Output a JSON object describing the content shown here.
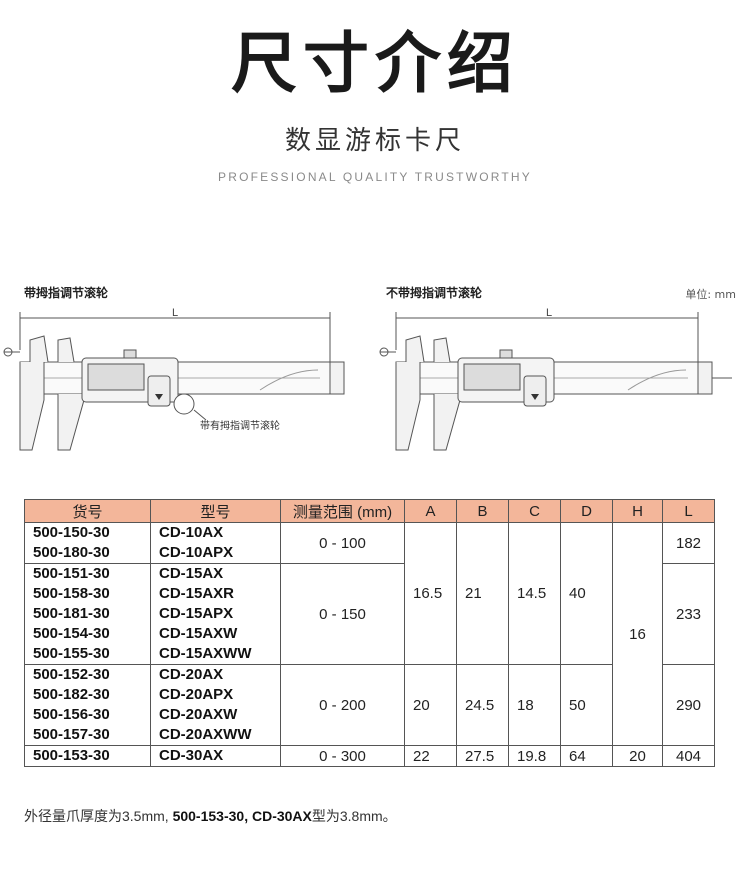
{
  "header": {
    "title": "尺寸介绍",
    "subtitle": "数显游标卡尺",
    "tagline": "PROFESSIONAL QUALITY TRUSTWORTHY"
  },
  "diagrams": {
    "left_caption": "带拇指调节滚轮",
    "right_caption": "不带拇指调节滚轮",
    "unit": "单位: mm",
    "length_label": "L",
    "callout": "带有拇指调节滚轮"
  },
  "table": {
    "headers": [
      "货号",
      "型号",
      "测量范围 (mm)",
      "A",
      "B",
      "C",
      "D",
      "H",
      "L"
    ],
    "groups": [
      {
        "items": [
          "500-150-30",
          "500-180-30"
        ],
        "models": [
          "CD-10AX",
          "CD-10APX"
        ],
        "range": "0 - 100",
        "L": "182"
      },
      {
        "items": [
          "500-151-30",
          "500-158-30",
          "500-181-30",
          "500-154-30",
          "500-155-30"
        ],
        "models": [
          "CD-15AX",
          "CD-15AXR",
          "CD-15APX",
          "CD-15AXW",
          "CD-15AXWW"
        ],
        "range": "0 - 150",
        "L": "233"
      },
      {
        "items": [
          "500-152-30",
          "500-182-30",
          "500-156-30",
          "500-157-30"
        ],
        "models": [
          "CD-20AX",
          "CD-20APX",
          "CD-20AXW",
          "CD-20AXWW"
        ],
        "range": "0 - 200",
        "L": "290"
      },
      {
        "items": [
          "500-153-30"
        ],
        "models": [
          "CD-30AX"
        ],
        "range": "0 - 300",
        "L": "404"
      }
    ],
    "merged_small": {
      "A": "16.5",
      "B": "21",
      "C": "14.5",
      "D": "40"
    },
    "merged_medium": {
      "A": "20",
      "B": "24.5",
      "C": "18",
      "D": "50"
    },
    "merged_H": "16",
    "last_row": {
      "A": "22",
      "B": "27.5",
      "C": "19.8",
      "D": "64",
      "H": "20"
    }
  },
  "footnote": {
    "part1": "外径量爪厚度为3.5mm, ",
    "part2": "500-153-30, CD-30AX",
    "part3": "型为3.8mm。"
  }
}
